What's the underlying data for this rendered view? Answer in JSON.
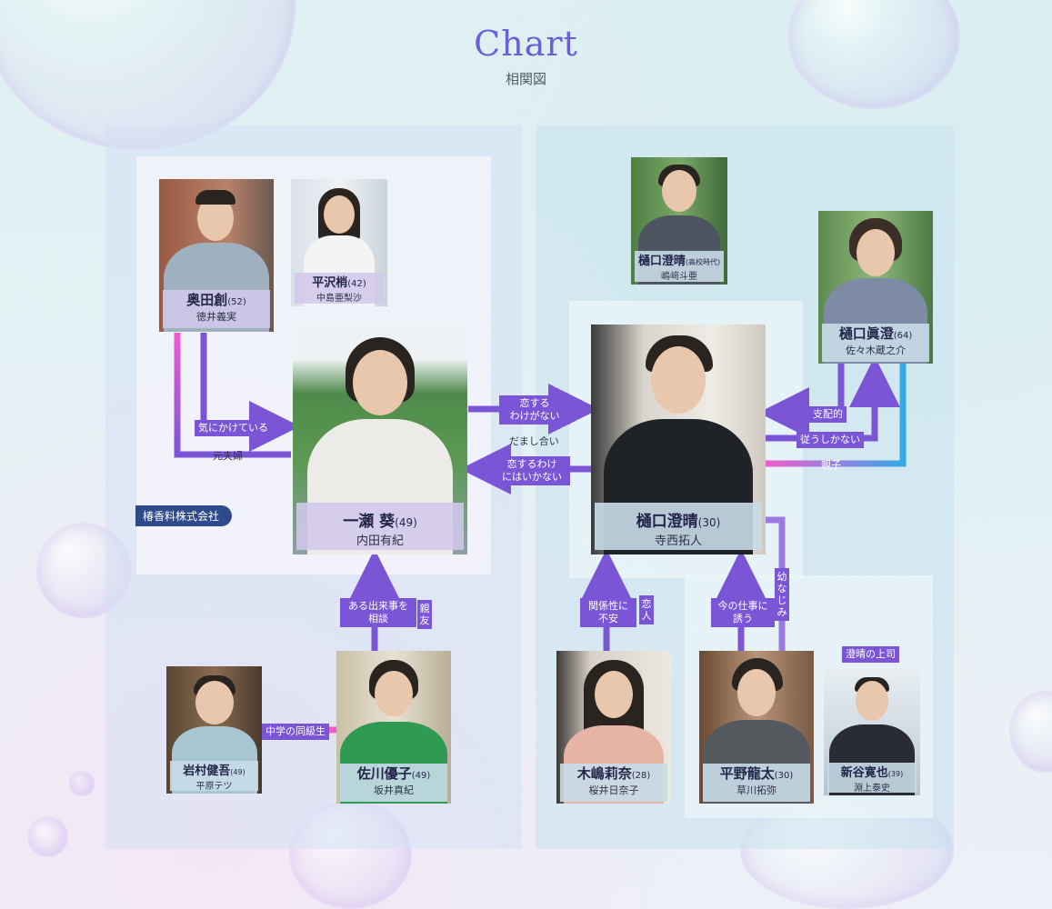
{
  "header": {
    "title": "Chart",
    "subtitle": "相関図"
  },
  "company": "椿香料株式会社",
  "colors": {
    "purple": "#7a56d6",
    "pink": "#f25bd0",
    "blue": "#37a8e6"
  },
  "characters": {
    "okuda": {
      "name": "奥田創",
      "age": "(52)",
      "actor": "徳井義実"
    },
    "hirasawa": {
      "name": "平沢梢",
      "age": "(42)",
      "actor": "中島亜梨沙"
    },
    "ichinose": {
      "name": "一瀬 葵",
      "age": "(49)",
      "actor": "内田有紀"
    },
    "higuchi_young": {
      "name": "樋口澄晴",
      "age": "(高校時代)",
      "actor": "嶋﨑斗亜"
    },
    "higuchi_masumi": {
      "name": "樋口眞澄",
      "age": "(64)",
      "actor": "佐々木蔵之介"
    },
    "higuchi": {
      "name": "樋口澄晴",
      "age": "(30)",
      "actor": "寺西拓人"
    },
    "iwamura": {
      "name": "岩村健吾",
      "age": "(49)",
      "actor": "平原テツ"
    },
    "sagawa": {
      "name": "佐川優子",
      "age": "(49)",
      "actor": "坂井真紀"
    },
    "kijima": {
      "name": "木嶋莉奈",
      "age": "(28)",
      "actor": "桜井日奈子"
    },
    "hirano": {
      "name": "平野龍太",
      "age": "(30)",
      "actor": "草川拓弥"
    },
    "shintani": {
      "name": "新谷寛也",
      "age": "(39)",
      "actor": "淵上泰史"
    }
  },
  "relations": {
    "ki_ni_kaketeiru": "気にかけている",
    "moto_fuufu": "元夫婦",
    "koisuru_wake_ga_nai_1": "恋する",
    "koisuru_wake_ga_nai_2": "わけがない",
    "damashiai": "だまし合い",
    "koisuru_wake_ni_wa_1": "恋するわけ",
    "koisuru_wake_ni_wa_2": "にはいかない",
    "shihaiteki": "支配的",
    "shitagau_shika_nai": "従うしかない",
    "oyako": "親子",
    "aru_dekigoto_1": "ある出来事を",
    "aru_dekigoto_2": "相談",
    "shinyuu": "親友",
    "chugaku_doukyuusei": "中学の同級生",
    "kankeisei_1": "関係性に",
    "kankeisei_2": "不安",
    "koibito": "恋人",
    "ima_no_shigoto_1": "今の仕事に",
    "ima_no_shigoto_2": "誘う",
    "osananajimi": "幼なじみ",
    "joushi": "澄晴の上司"
  }
}
